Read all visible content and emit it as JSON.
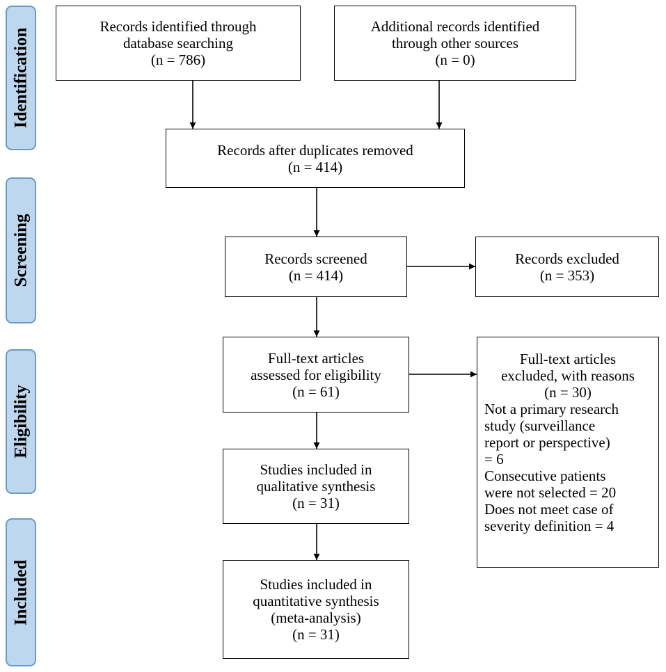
{
  "stages": {
    "identification": "Identification",
    "screening": "Screening",
    "eligibility": "Eligibility",
    "included": "Included"
  },
  "boxes": {
    "database_search": {
      "lines": [
        "Records identified through",
        "database searching",
        "(n = 786)"
      ]
    },
    "other_sources": {
      "lines": [
        "Additional records identified",
        "through other sources",
        "(n = 0)"
      ]
    },
    "duplicates_removed": {
      "lines": [
        "Records after duplicates removed",
        "(n = 414)"
      ]
    },
    "screened": {
      "lines": [
        "Records screened",
        "(n = 414)"
      ]
    },
    "excluded": {
      "lines": [
        "Records excluded",
        "(n = 353)"
      ]
    },
    "full_text_assessed": {
      "lines": [
        "Full-text articles",
        "assessed for eligibility",
        "(n = 61)"
      ]
    },
    "full_text_excluded": {
      "lines": [
        "Full-text articles",
        "excluded, with reasons",
        "(n = 30)",
        "Not a primary research",
        "study (surveillance",
        "report or perspective)",
        "= 6",
        "Consecutive patients",
        "were not selected = 20",
        "Does not meet case of",
        "severity definition = 4"
      ]
    },
    "qualitative": {
      "lines": [
        "Studies included in",
        "qualitative synthesis",
        "(n = 31)"
      ]
    },
    "quantitative": {
      "lines": [
        "Studies included in",
        "quantitative synthesis",
        "(meta-analysis)",
        "(n = 31)"
      ]
    }
  }
}
